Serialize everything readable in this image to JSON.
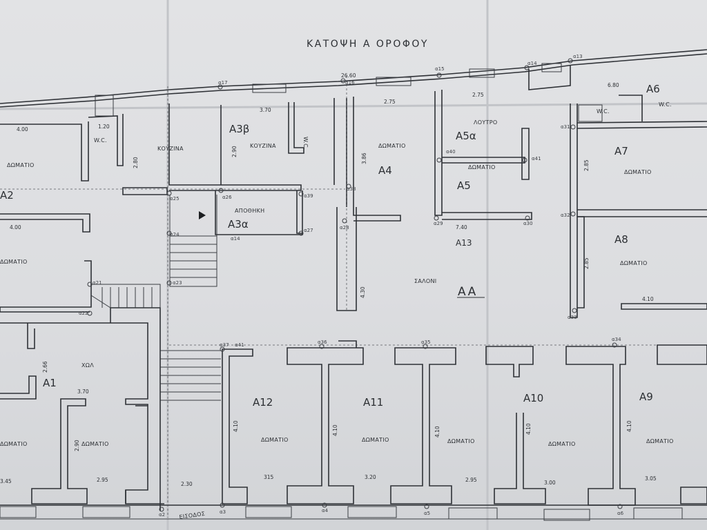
{
  "title": "ΚΑΤΟΨΗ Α ΟΡΟΦΟΥ",
  "section_mark": "ΑΑ",
  "rooms": [
    {
      "id": "A1",
      "label": "ΧΩΛ"
    },
    {
      "id": "A2",
      "label": "ΔΩΜΑΤΙΟ"
    },
    {
      "id": "A3β",
      "label": "ΚΟΥΖΙΝΑ"
    },
    {
      "id": "A3α",
      "label": "ΑΠΟΘΗΚΗ"
    },
    {
      "id": "A4",
      "label": "ΔΩΜΑΤΙΟ"
    },
    {
      "id": "A5α",
      "label": "ΛΟΥΤΡΟ"
    },
    {
      "id": "A5",
      "label": "ΔΩΜΑΤΙΟ"
    },
    {
      "id": "A6",
      "label": "W.C."
    },
    {
      "id": "A7",
      "label": "ΔΩΜΑΤΙΟ"
    },
    {
      "id": "A8",
      "label": "ΔΩΜΑΤΙΟ"
    },
    {
      "id": "A9",
      "label": "ΔΩΜΑΤΙΟ"
    },
    {
      "id": "A10",
      "label": "ΔΩΜΑΤΙΟ"
    },
    {
      "id": "A11",
      "label": "ΔΩΜΑΤΙΟ"
    },
    {
      "id": "A12",
      "label": "ΔΩΜΑΤΙΟ"
    },
    {
      "id": "A13",
      "label": "ΣΑΛΟΝΙ"
    }
  ],
  "extra_labels": {
    "wc": "W.C.",
    "kitchen_left": "ΚΟΥΖΙΝΑ",
    "room": "ΔΩΜΑΤΙΟ",
    "entrance": "ΕΙΣΟΔΟΣ"
  },
  "dimensions": {
    "d_4_00a": "4.00",
    "d_1_20": "1.20",
    "d_2_80": "2.80",
    "d_3_70a": "3.70",
    "d_2_90": "2.90",
    "d_26_60": "26.60",
    "d_2_75a": "2.75",
    "d_2_75b": "2.75",
    "d_3_86": "3.86",
    "d_6_80": "6.80",
    "d_2_85a": "2.85",
    "d_4_00b": "4.00",
    "d_7_40": "7.40",
    "d_2_85b": "2.85",
    "d_4_10a": "4.10",
    "d_4_30": "4.30",
    "d_2_66": "2.66",
    "d_3_70b": "3.70",
    "d_2_90b": "2.90",
    "d_2_95a": "2.95",
    "d_3_45": "3.45",
    "d_2_30": "2.30",
    "d_4_10b": "4.10",
    "d_3_15": "315",
    "d_4_10c": "4.10",
    "d_3_20": "3.20",
    "d_4_10d": "4.10",
    "d_2_95b": "2.95",
    "d_4_10e": "4.10",
    "d_3_00": "3.00",
    "d_4_10f": "4.10",
    "d_3_05": "3.05"
  },
  "points": {
    "a17": "α17",
    "a16": "α16",
    "a15": "α15",
    "a14": "α14",
    "a13": "α13",
    "a25": "α25",
    "a26": "α26",
    "a39": "α39",
    "a38": "α38",
    "a40": "α40",
    "a41": "α41",
    "a31": "α31",
    "a24": "α24",
    "a27": "α27",
    "a28": "α28",
    "a29": "α29",
    "a30": "α30",
    "a32": "α32",
    "a21": "α21",
    "a23": "α23",
    "a22": "α22",
    "a33": "α33",
    "a37": "α37",
    "a41b": "α41",
    "a36": "α36",
    "a35": "α35",
    "a34": "α34",
    "a2": "α2",
    "a3": "α3",
    "a4": "α4",
    "a5": "α5",
    "a6": "α6",
    "a14b": "α14"
  }
}
